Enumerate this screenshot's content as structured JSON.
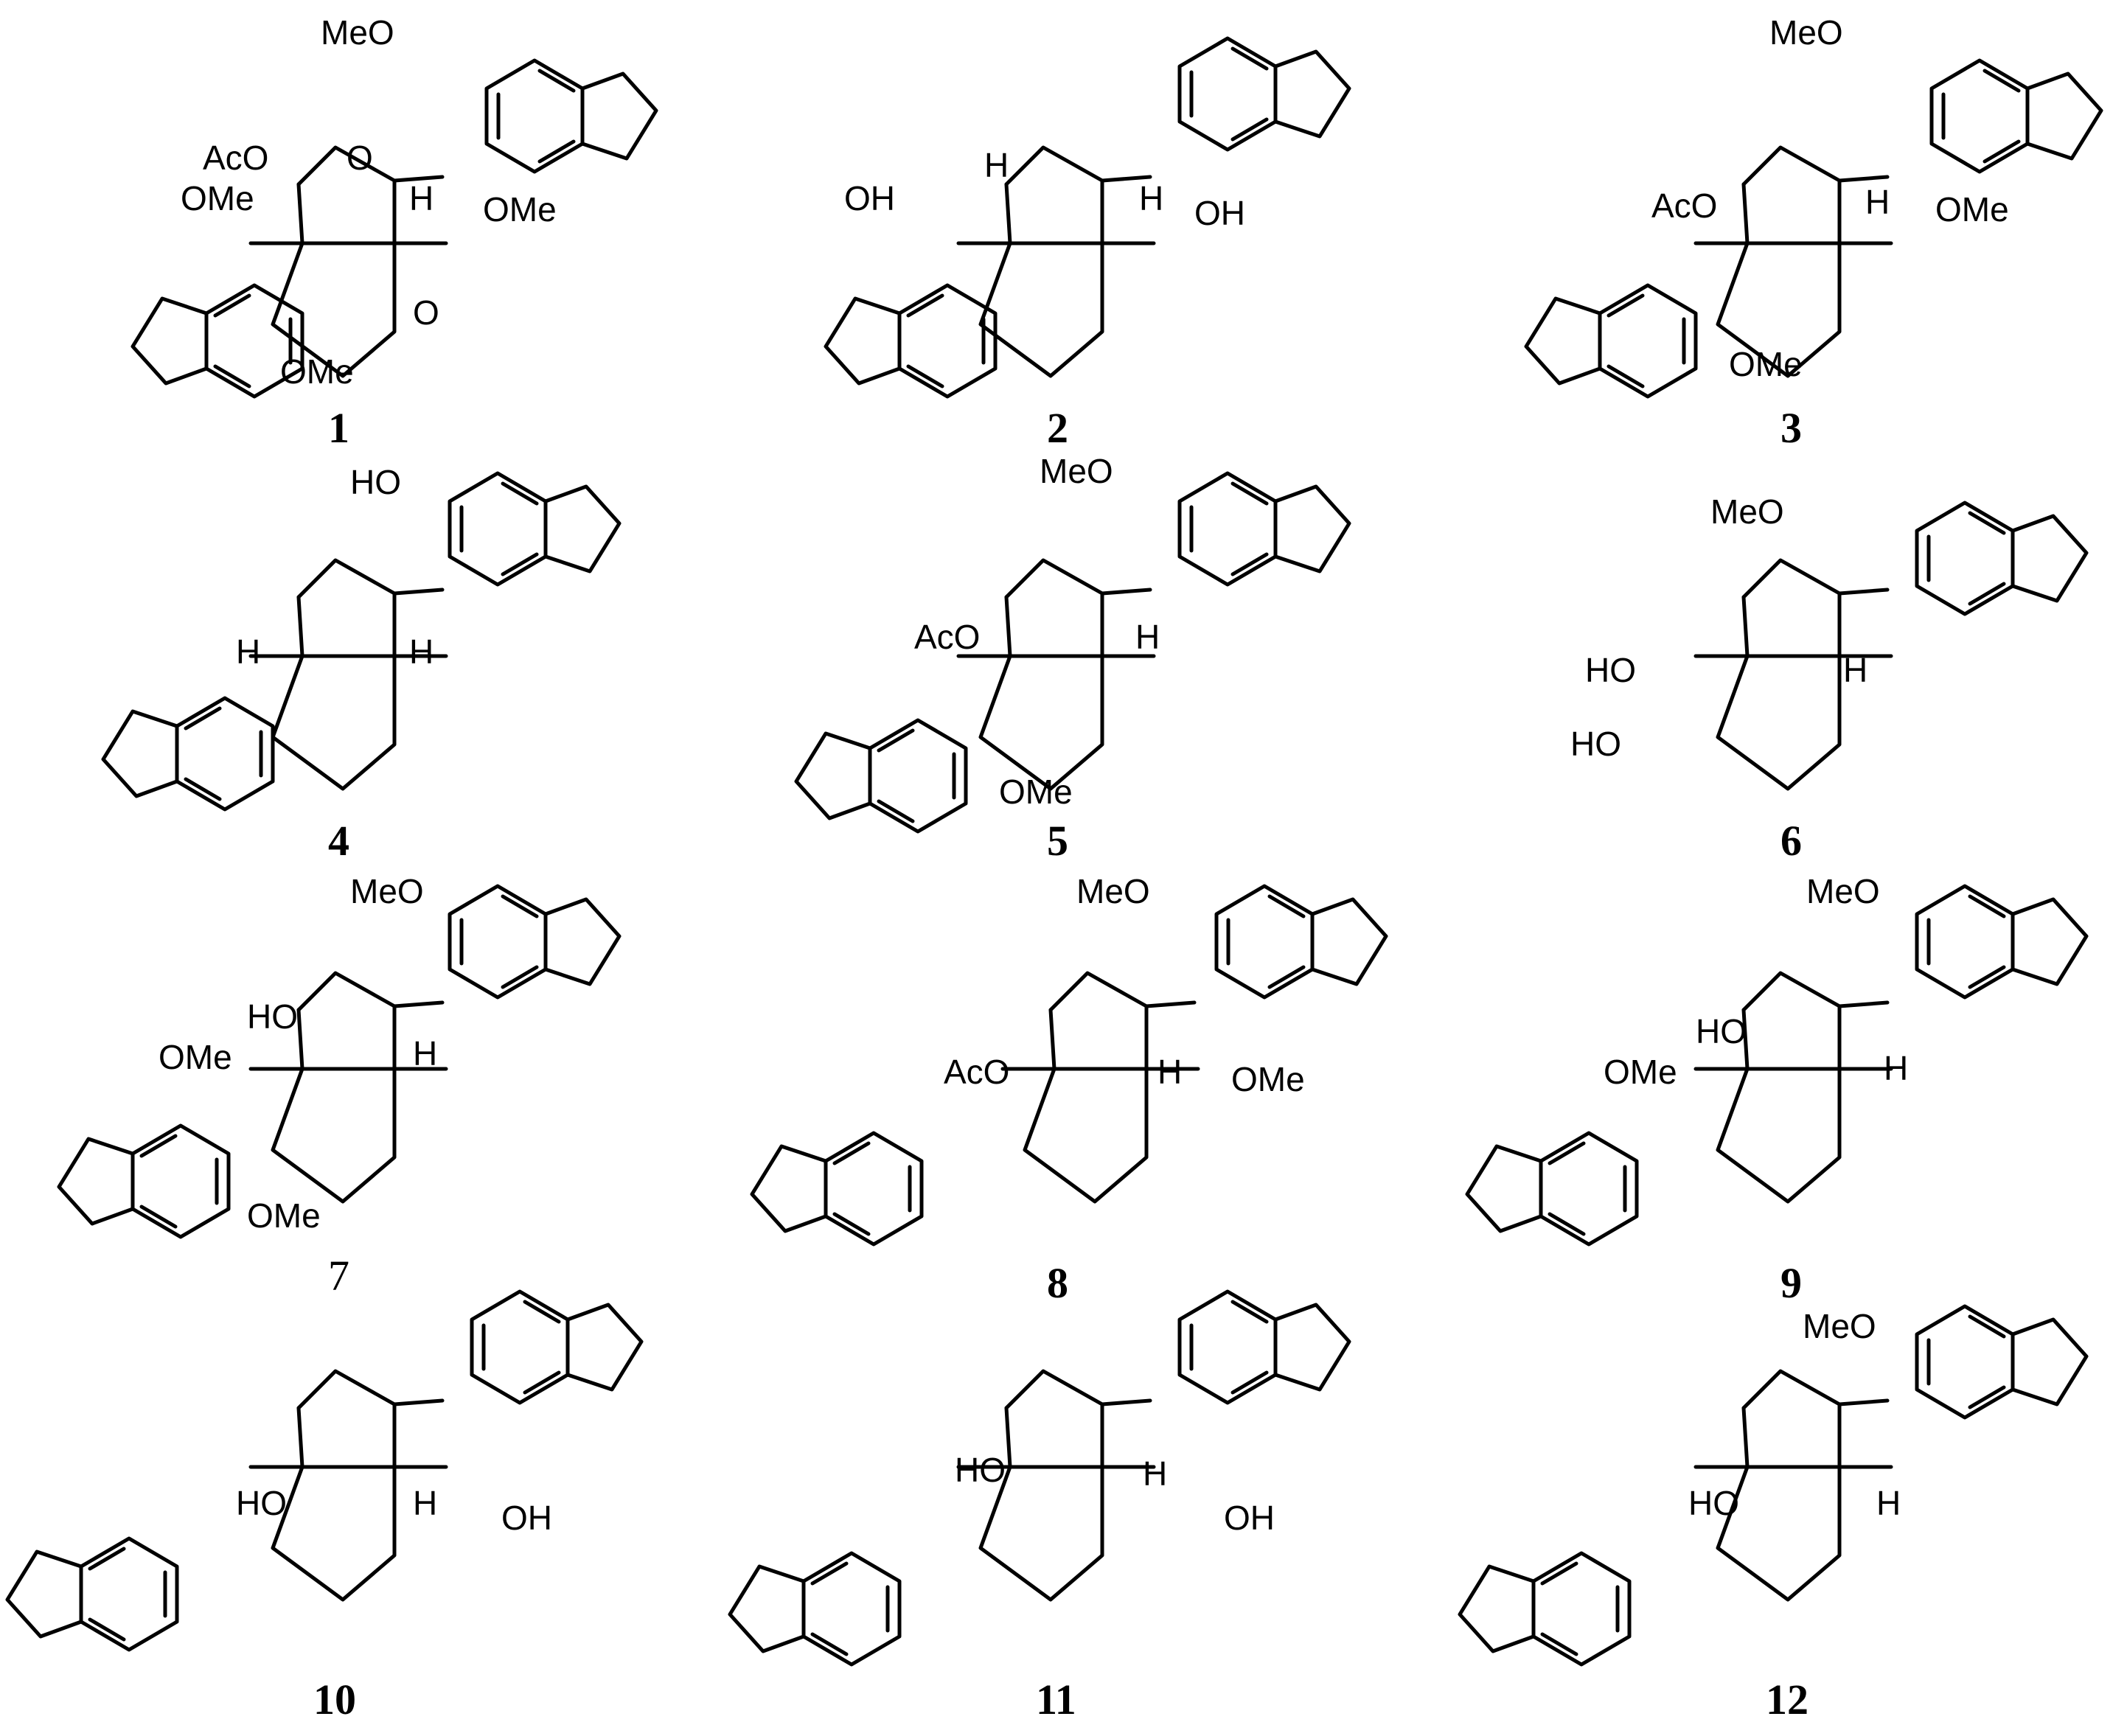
{
  "figure": {
    "compounds": [
      {
        "number": "1",
        "substituents": [
          "MeO",
          "AcO",
          "OMe",
          "H",
          "OMe",
          "OMe"
        ]
      },
      {
        "number": "2",
        "substituents": [
          "H",
          "H",
          "OH",
          "OH"
        ]
      },
      {
        "number": "3",
        "substituents": [
          "MeO",
          "AcO",
          "H",
          "OMe",
          "OMe"
        ]
      },
      {
        "number": "4",
        "substituents": [
          "HO",
          "H",
          "H"
        ]
      },
      {
        "number": "5",
        "substituents": [
          "MeO",
          "AcO",
          "H",
          "OMe"
        ]
      },
      {
        "number": "6",
        "substituents": [
          "MeO",
          "HO",
          "H",
          "HO"
        ]
      },
      {
        "number": "7",
        "substituents": [
          "MeO",
          "HO",
          "H",
          "OMe",
          "OMe"
        ]
      },
      {
        "number": "8",
        "substituents": [
          "MeO",
          "AcO",
          "H",
          "OMe"
        ]
      },
      {
        "number": "9",
        "substituents": [
          "MeO",
          "HO",
          "H",
          "OMe"
        ]
      },
      {
        "number": "10",
        "substituents": [
          "HO",
          "H",
          "OH"
        ]
      },
      {
        "number": "11",
        "substituents": [
          "HO",
          "H",
          "OH"
        ]
      },
      {
        "number": "12",
        "substituents": [
          "MeO",
          "HO",
          "H"
        ]
      }
    ],
    "atom_label_O": "O"
  }
}
